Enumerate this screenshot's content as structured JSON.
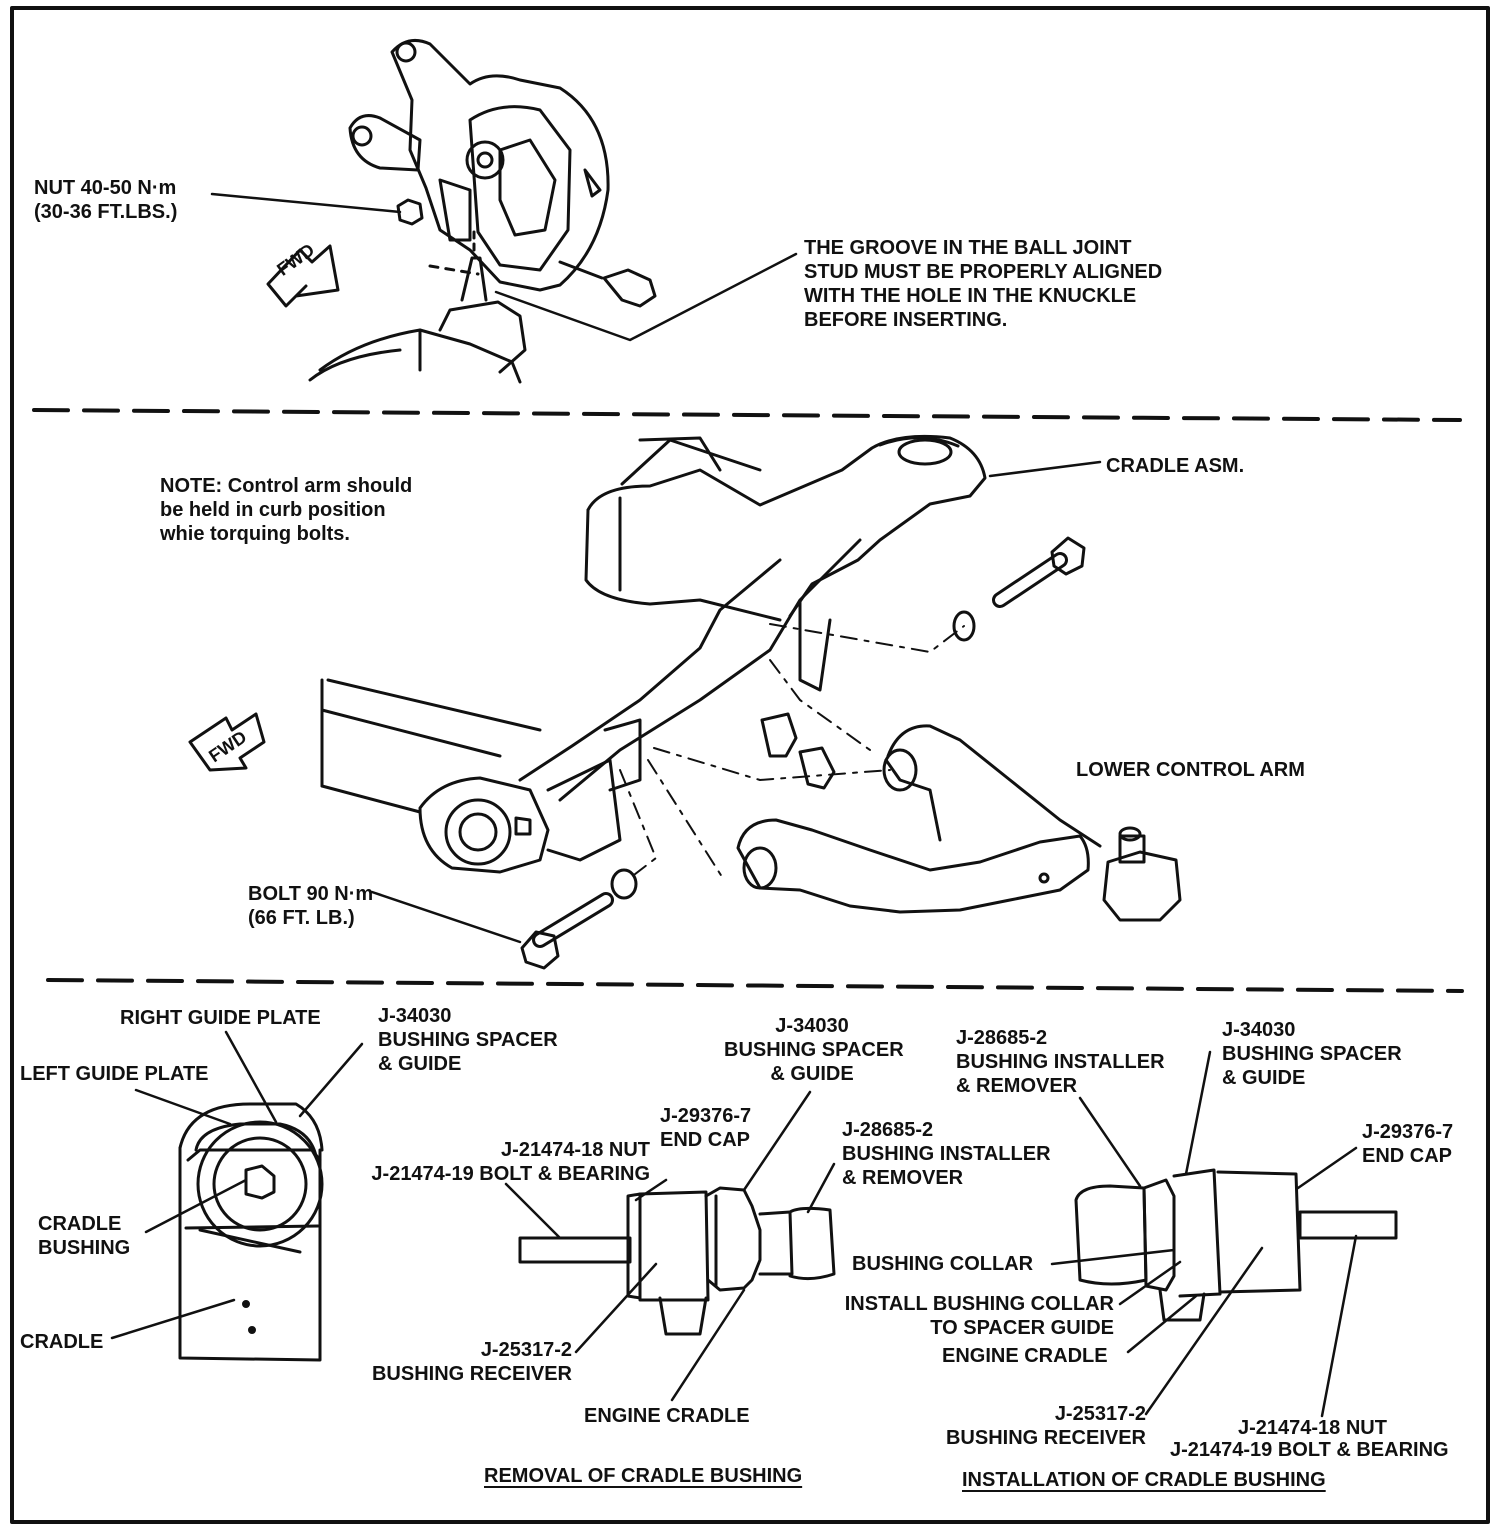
{
  "labels": {
    "nut": "NUT 40-50 N·m\n(30-36 FT.LBS.)",
    "groove_note": "THE GROOVE IN THE BALL JOINT\nSTUD MUST BE PROPERLY ALIGNED\nWITH THE HOLE IN THE KNUCKLE\nBEFORE INSERTING.",
    "fwd": "FWD",
    "note": "NOTE: Control arm should\nbe held in curb position\nwhie torquing bolts.",
    "cradle_asm": "CRADLE ASM.",
    "lower_control_arm": "LOWER CONTROL ARM",
    "bolt": "BOLT 90 N·m\n(66 FT. LB.)",
    "right_guide_plate": "RIGHT GUIDE PLATE",
    "left_guide_plate": "LEFT GUIDE PLATE",
    "j34030_spacer_guide": "J-34030\nBUSHING SPACER\n& GUIDE",
    "cradle_bushing": "CRADLE\nBUSHING",
    "cradle": "CRADLE",
    "j21474_nut_bolt": "J-21474-18 NUT\nJ-21474-19 BOLT & BEARING",
    "j29376_end_cap": "J-29376-7\nEND CAP",
    "j28685_installer_remover": "J-28685-2\nBUSHING INSTALLER\n& REMOVER",
    "j25317_receiver": "J-25317-2\nBUSHING RECEIVER",
    "engine_cradle": "ENGINE CRADLE",
    "bushing_collar": "BUSHING COLLAR",
    "install_collar": "INSTALL BUSHING COLLAR\nTO SPACER GUIDE",
    "j21474_nut": "J-21474-18 NUT",
    "j21474_bolt_bearing": "J-21474-19 BOLT & BEARING",
    "removal_title": "REMOVAL OF CRADLE BUSHING",
    "installation_title": "INSTALLATION OF CRADLE BUSHING"
  }
}
